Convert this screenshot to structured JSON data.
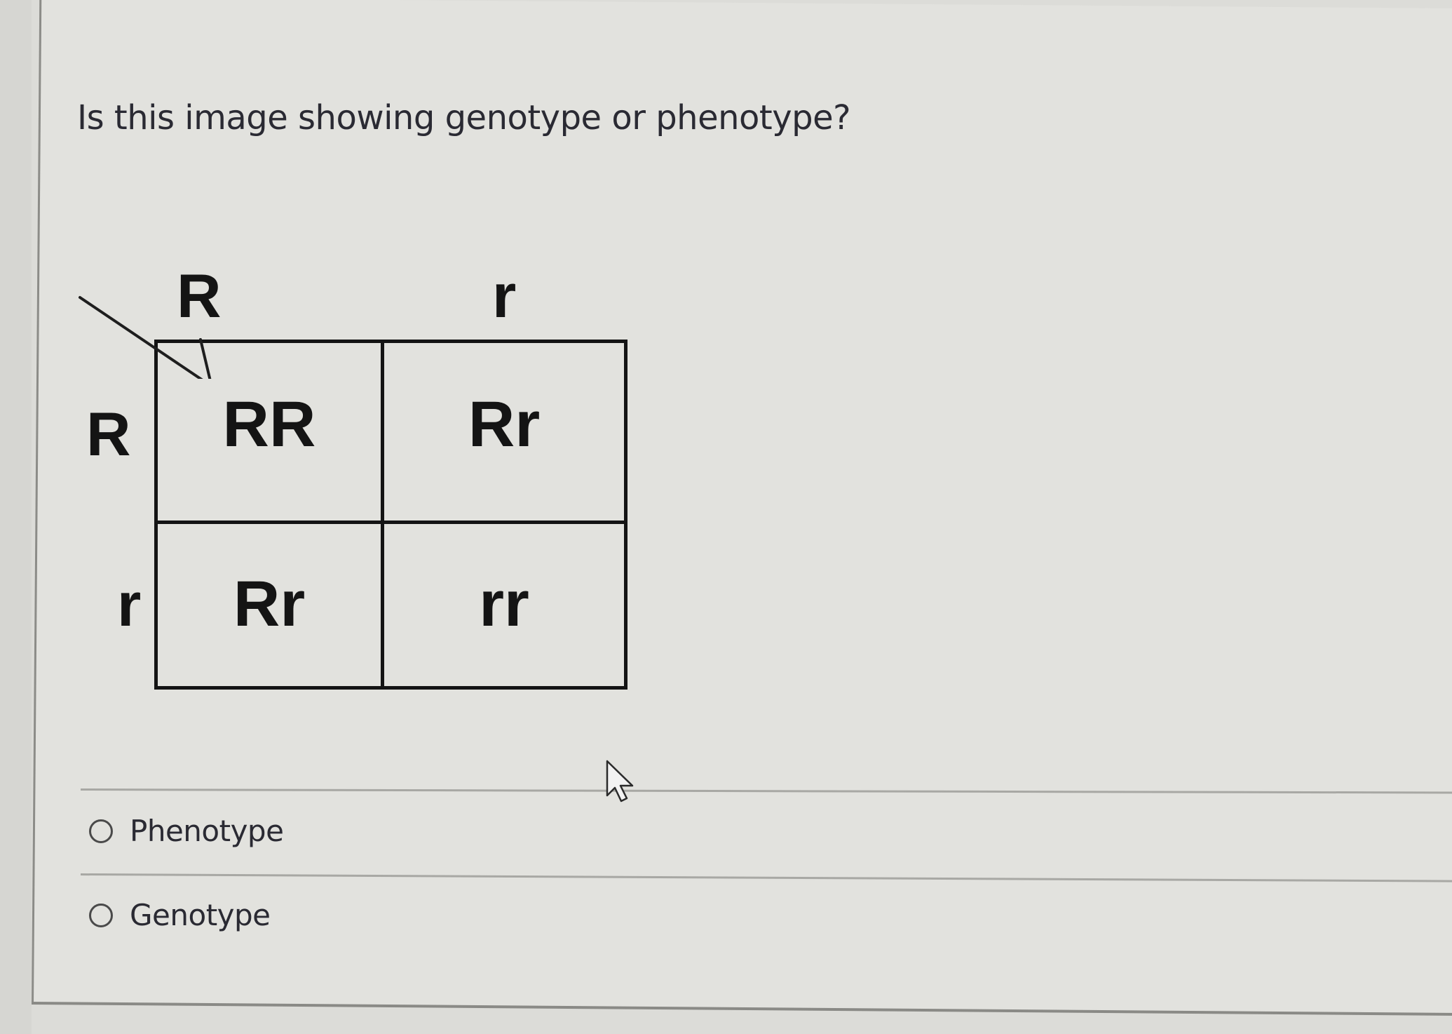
{
  "question": {
    "text": "Is this image showing genotype or phenotype?"
  },
  "punnett_square": {
    "top_alleles": [
      "R",
      "r"
    ],
    "side_alleles": [
      "R",
      "r"
    ],
    "cells": [
      [
        "RR",
        "Rr"
      ],
      [
        "Rr",
        "rr"
      ]
    ],
    "annotation": "arrow-pointing-to-RR"
  },
  "answers": {
    "options": [
      {
        "label": "Phenotype",
        "selected": false
      },
      {
        "label": "Genotype",
        "selected": false
      }
    ]
  },
  "colors": {
    "background": "#e2e2de",
    "text": "#2a2a33",
    "grid": "#141414",
    "separator": "#a8a8a4"
  }
}
